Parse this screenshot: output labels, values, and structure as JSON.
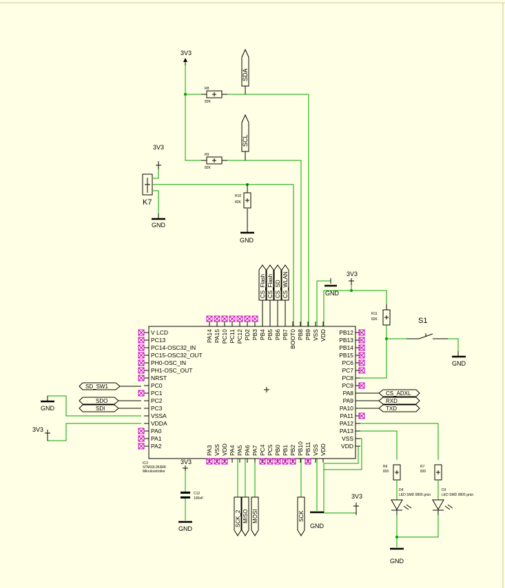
{
  "power": {
    "v33": "3V3",
    "gnd": "GND"
  },
  "chip": {
    "name": "IC3",
    "part": "STM32L053R8",
    "desc": "Mikrokontroller",
    "left_pins": [
      "V LCD",
      "PC13",
      "PC14-OSC32_IN",
      "PC15-OSC32_OUT",
      "PH0-OSC_IN",
      "PH1-OSC_OUT",
      "NRST",
      "PC0",
      "PC1",
      "PC2",
      "PC3",
      "VSSA",
      "VDDA",
      "PA0",
      "PA1",
      "PA2"
    ],
    "right_pins": [
      "PB12",
      "PB13",
      "PB14",
      "PB15",
      "PC6",
      "PC7",
      "PC8",
      "PC9",
      "PA8",
      "PA9",
      "PA10",
      "PA11",
      "PA12",
      "PA13",
      "VSS",
      "VDD"
    ],
    "top_pins": [
      "PA14",
      "PA15",
      "PC10",
      "PC11",
      "PC12",
      "PD2",
      "PB3",
      "PB4",
      "PB5",
      "PB6",
      "PB7",
      "BOOT0",
      "PB8",
      "PB9",
      "VSS",
      "VDD"
    ],
    "bottom_pins": [
      "PA3",
      "VSS",
      "VDD",
      "PA4",
      "PA5",
      "PA6",
      "PA7",
      "PC4",
      "PC5",
      "PB0",
      "PB1",
      "PB2",
      "PB10",
      "PB11",
      "VSS",
      "VDD"
    ]
  },
  "resistors": {
    "r8": {
      "name": "R8",
      "value": "82K"
    },
    "r9": {
      "name": "R9",
      "value": "82K"
    },
    "r10": {
      "name": "R10",
      "value": "82K"
    },
    "r11": {
      "name": "R11",
      "value": "82K"
    },
    "r6": {
      "name": "R6",
      "value": "820"
    },
    "r7": {
      "name": "R7",
      "value": "820"
    }
  },
  "capacitor": {
    "name": "C12",
    "value": "100nF"
  },
  "leds": {
    "d4": {
      "name": "D4",
      "value": "LED SMD 0805 grün"
    },
    "d3": {
      "name": "D3",
      "value": "LED SMD 0805 grün"
    }
  },
  "connector": {
    "name": "K7"
  },
  "switch": {
    "name": "S1"
  },
  "labels": {
    "sda": "SDA",
    "scl": "SCL",
    "cs_flash1": "CS_Flash",
    "cs_flash2": "CS_Flash",
    "cs_sd": "CS_SD",
    "cs_wlan": "CS_WLAN",
    "sd_sw1": "SD_SW1",
    "sdo": "SDO",
    "sdi": "SDI",
    "cs_adxl": "CS_ADXL",
    "rxd": "RXD",
    "txd": "TXD",
    "sck2": "SCK_2",
    "miso": "MISO",
    "mosi": "MOSI",
    "sck": "SCK"
  },
  "colors": {
    "wire": "#00A000",
    "part": "#000000",
    "nc": "#CC00CC",
    "background": "#FFFFE6"
  }
}
